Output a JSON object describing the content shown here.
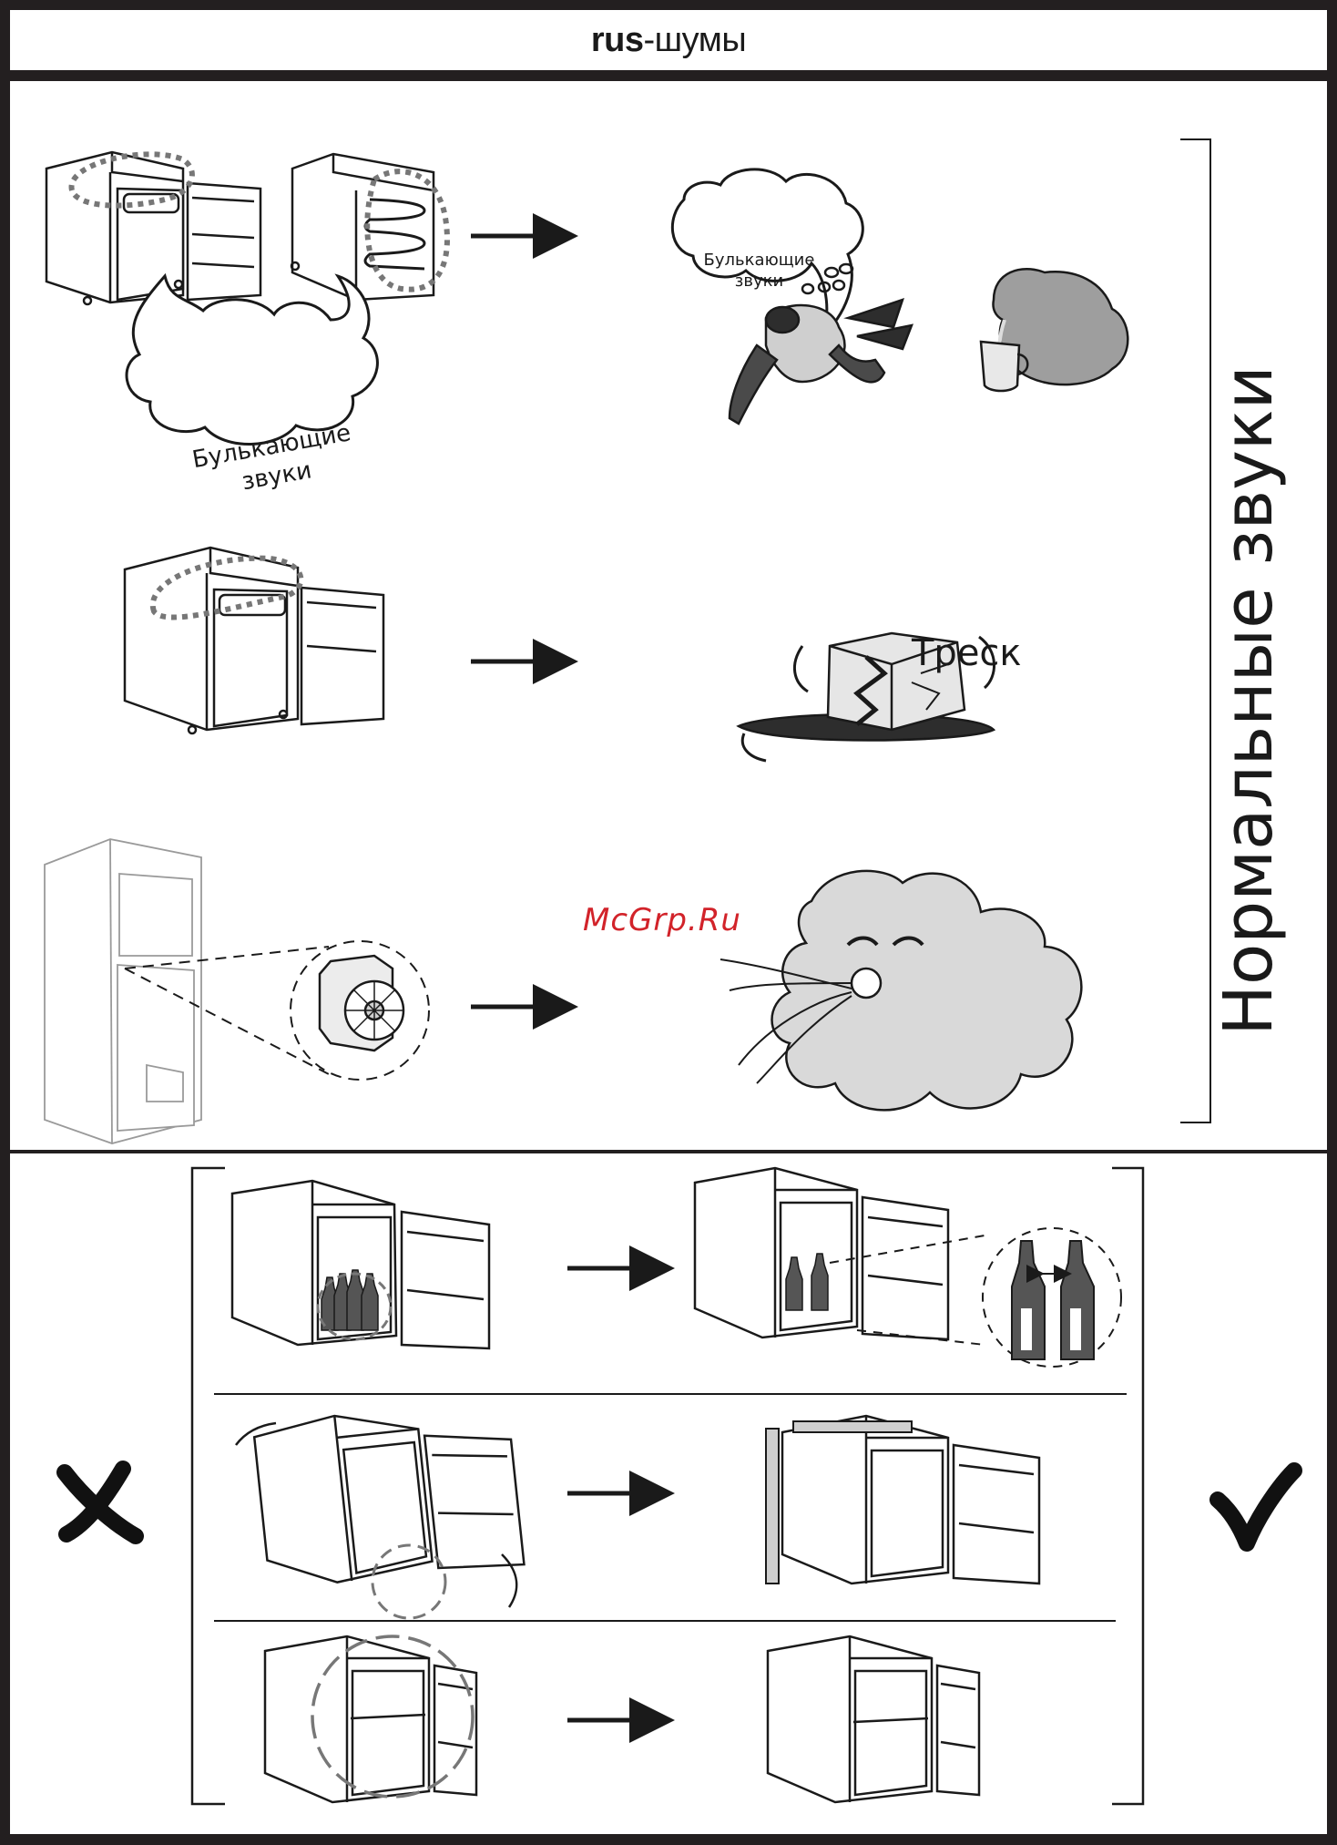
{
  "header": {
    "code": "rus",
    "separator": "-",
    "title": "шумы"
  },
  "normal_section": {
    "label": "Нормальные звуки",
    "rows": [
      {
        "bubble_label_left_line1": "Булькающие",
        "bubble_label_left_line2": "звуки",
        "bubble_label_right_line1": "Булькающие",
        "bubble_label_right_line2": "звуки"
      },
      {
        "sound_label": "Треск"
      },
      {}
    ]
  },
  "watermark": "McGrp.Ru",
  "fix_section": {
    "wrong_mark_icon": "cross-icon",
    "right_mark_icon": "check-icon"
  },
  "colors": {
    "frame": "#231f20",
    "watermark": "#d2232a",
    "illustration_gray": "#8a8a8a",
    "bottle": "#555555"
  }
}
